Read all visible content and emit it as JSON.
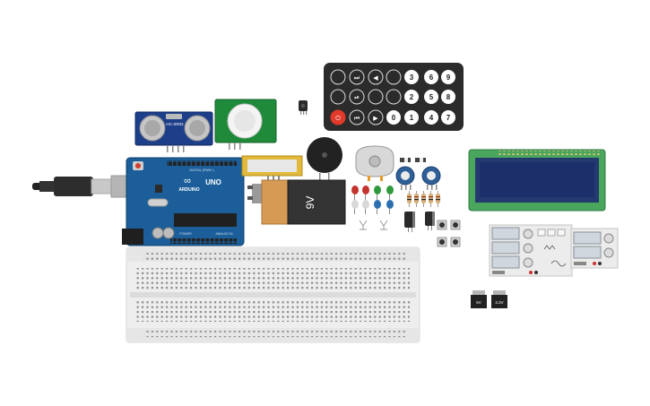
{
  "arduino": {
    "logo": "∞",
    "brand": "ARDUINO",
    "model": "UNO",
    "digital_label": "DIGITAL (PWM~)",
    "power_label": "POWER",
    "analog_label": "ANALOG IN"
  },
  "ultrasonic": {
    "label": "HC-SR04"
  },
  "battery": {
    "label": "9V"
  },
  "remote": {
    "number_keys": [
      "3",
      "6",
      "9",
      "2",
      "5",
      "8",
      "1",
      "4",
      "7",
      "0"
    ]
  },
  "regulators": {
    "left": "5V",
    "right": "3.3V"
  },
  "colors": {
    "arduino_blue": "#1b5e99",
    "lcd_green": "#49a65c",
    "lcd_screen": "#1c2f6b",
    "remote_body": "#2b2b2b",
    "pir_green": "#1f8a3a",
    "breadboard": "#eeeeee"
  }
}
